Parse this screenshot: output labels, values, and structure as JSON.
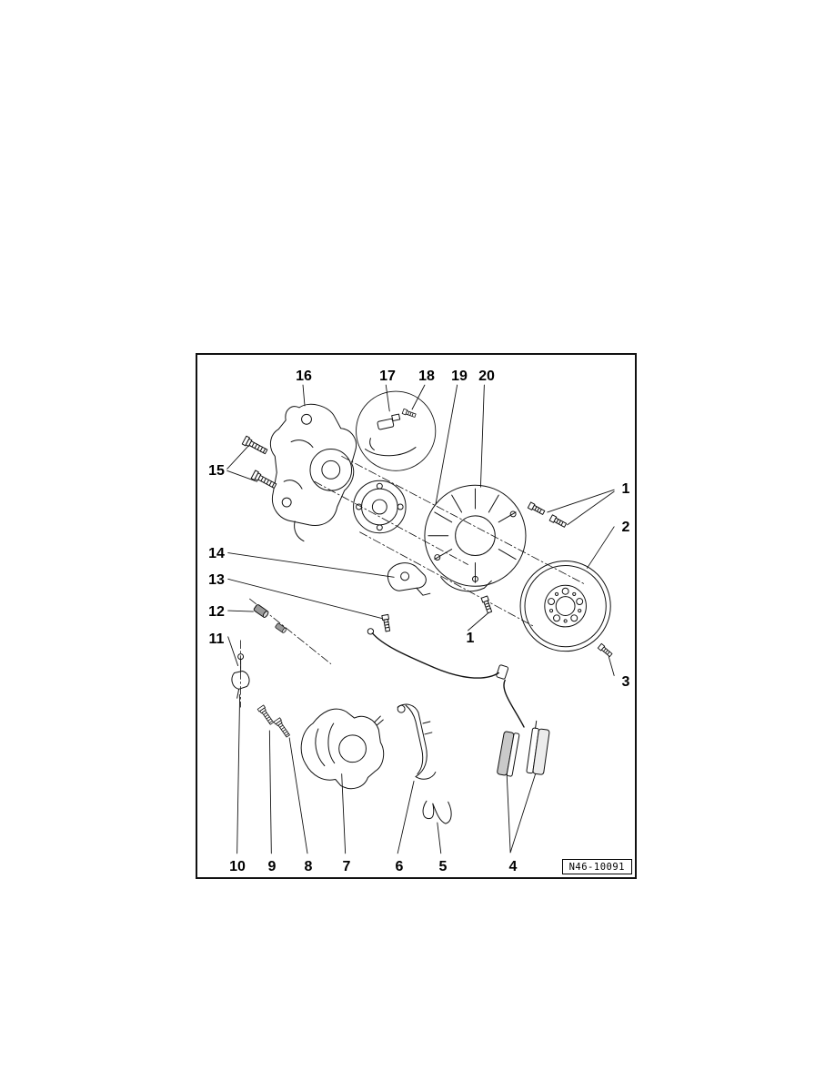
{
  "figure": {
    "ref_label": "N46-10091",
    "colors": {
      "line": "#111111",
      "background": "#ffffff",
      "pad_shading": "#c9c9c9"
    },
    "callouts": {
      "top": [
        "16",
        "17",
        "18",
        "19",
        "20"
      ],
      "left": [
        "15",
        "14",
        "13",
        "12",
        "11"
      ],
      "right": [
        "1",
        "2",
        "3"
      ],
      "center": [
        "1"
      ],
      "bottom": [
        "10",
        "9",
        "8",
        "7",
        "6",
        "5",
        "4"
      ]
    }
  }
}
